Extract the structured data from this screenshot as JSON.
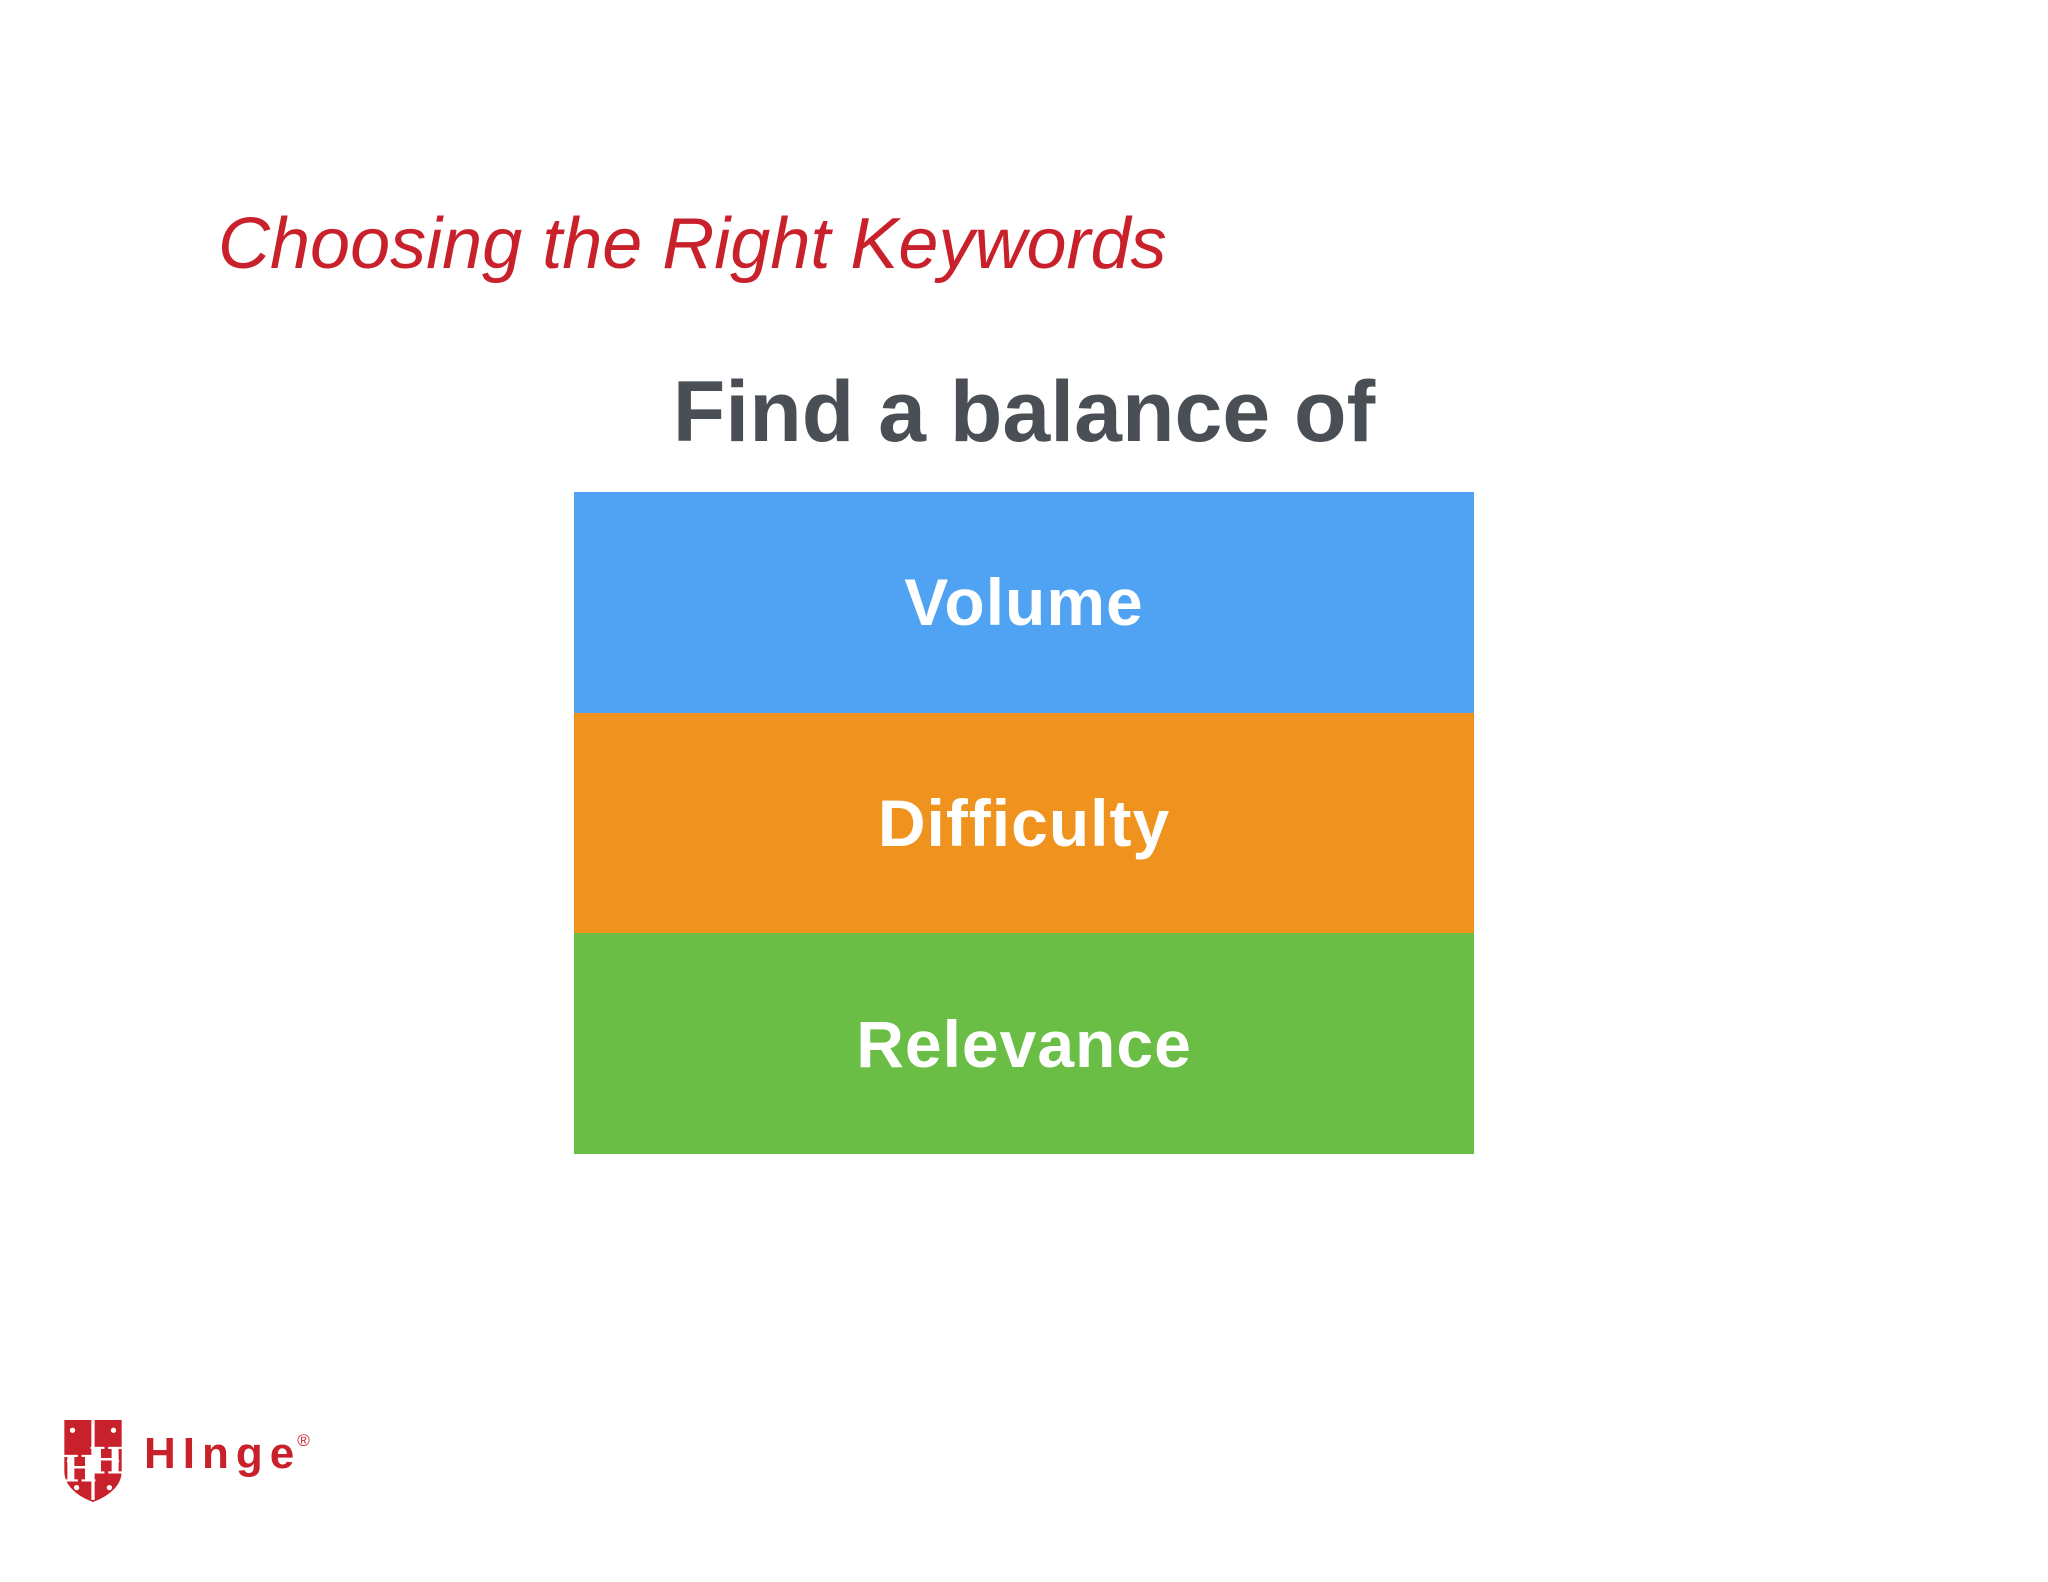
{
  "slide": {
    "title": "Choosing the Right Keywords",
    "heading": "Find a balance of",
    "bars": [
      {
        "label": "Volume",
        "color": "#4FA3F2"
      },
      {
        "label": "Difficulty",
        "color": "#F0921E"
      },
      {
        "label": "Relevance",
        "color": "#6BBE45"
      }
    ],
    "logo": {
      "brand": "HInge",
      "registered": "®"
    },
    "colors": {
      "title_red": "#C9212B",
      "heading_gray": "#4A4E55",
      "logo_red": "#C9212B",
      "bar_text": "#FFFFFF",
      "background": "#FFFFFF"
    }
  }
}
